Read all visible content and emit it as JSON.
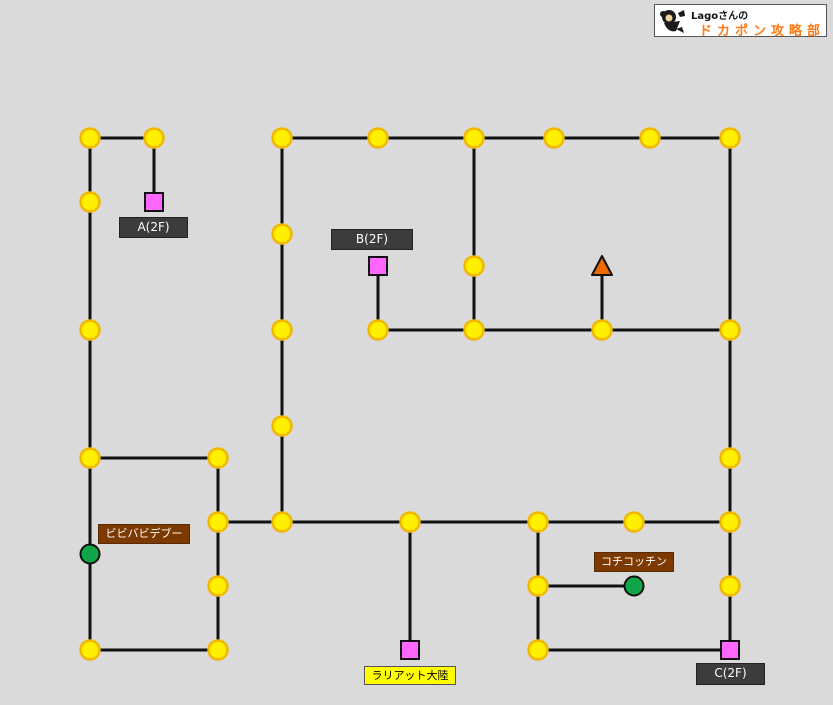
{
  "logo": {
    "line1": "Lagoさんの",
    "line2": "ドカポン攻略部"
  },
  "labels": {
    "a2f": "A(2F)",
    "b2f": "B(2F)",
    "c2f": "C(2F)",
    "bibibabidebu": "ビビバビデブー",
    "kochikocchin": "コチコッチン",
    "rariatto": "ラリアット大陸"
  },
  "colors": {
    "background": "#dadada",
    "path": "#111111",
    "space_fill": "#ffee00",
    "space_stroke": "#f2b600",
    "warp_square": "#ff66ff",
    "npc_circle": "#11a54a",
    "start_triangle": "#ee6a00"
  },
  "icons": {
    "space": "yellow-space-icon",
    "warp": "warp-square-icon",
    "npc": "green-circle-icon",
    "start": "orange-triangle-icon",
    "logo": "monkey-logo-icon"
  }
}
